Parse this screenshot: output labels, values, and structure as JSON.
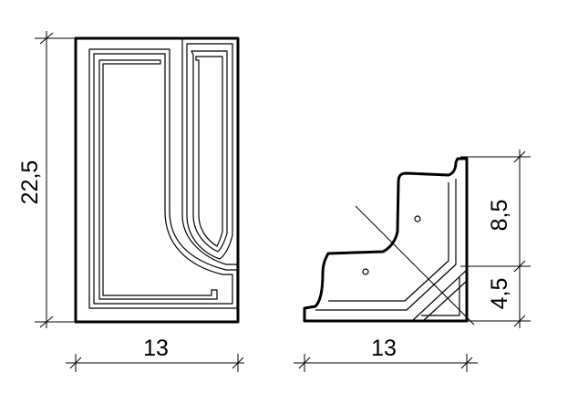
{
  "front_view": {
    "height_label": "22,5",
    "width_label": "13"
  },
  "side_view": {
    "upper_height_label": "8,5",
    "lower_height_label": "4,5",
    "width_label": "13"
  }
}
